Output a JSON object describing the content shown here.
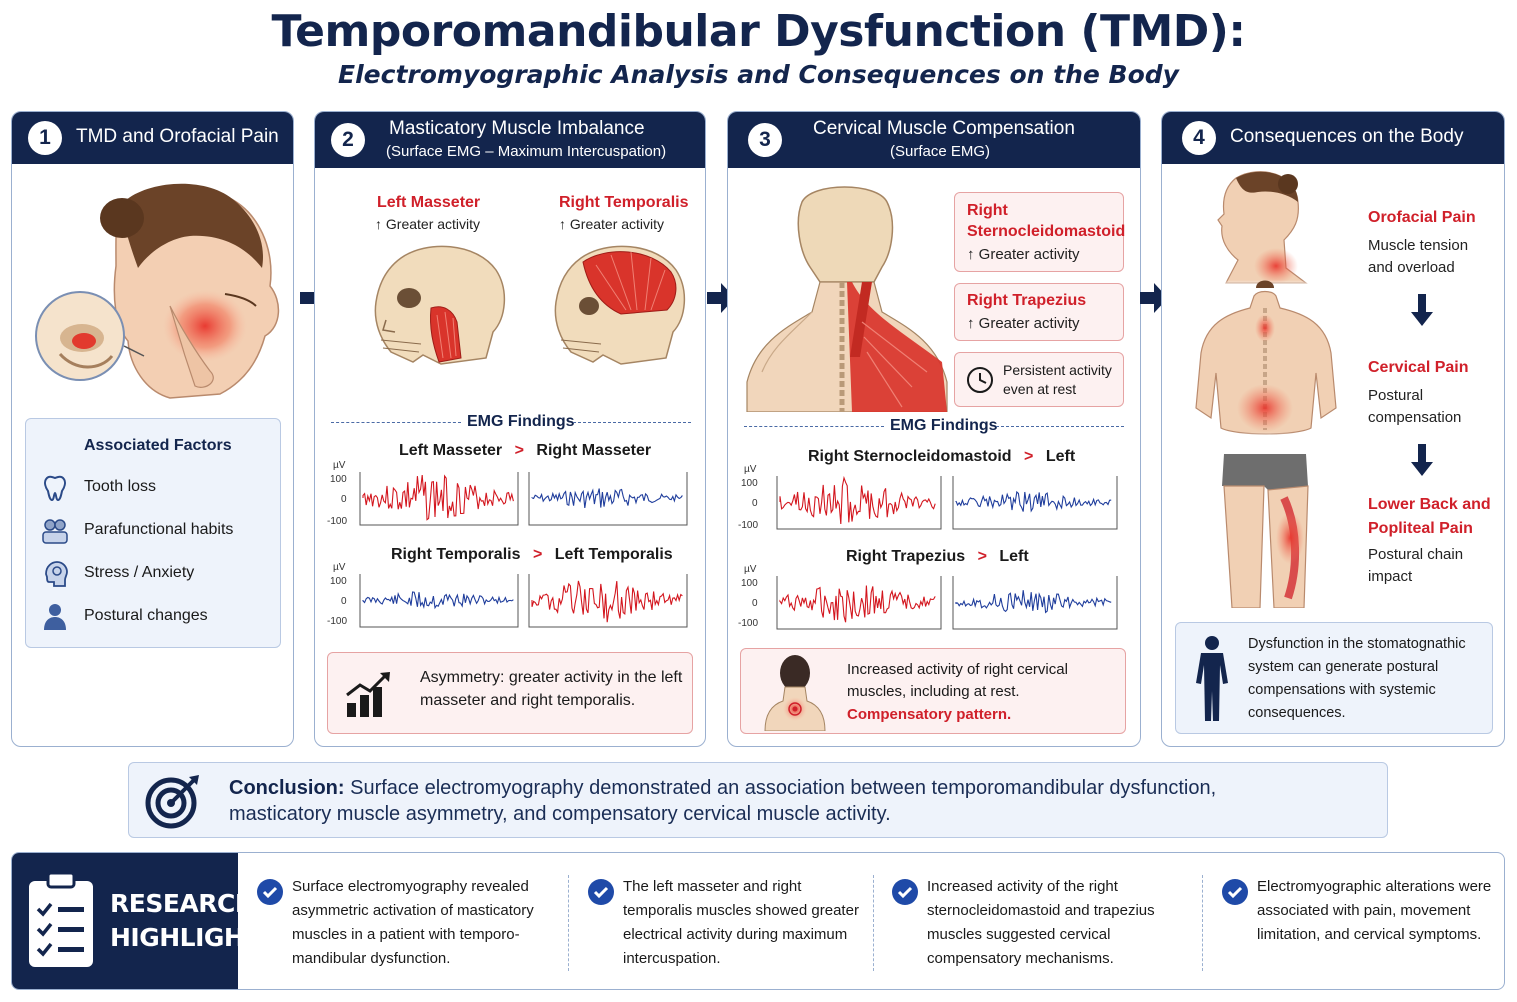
{
  "header": {
    "title": "Temporomandibular Dysfunction (TMD):",
    "subtitle": "Electromyographic Analysis and Consequences on the Body"
  },
  "panel1": {
    "number": "1",
    "title": "TMD and Orofacial Pain",
    "factors_title": "Associated Factors",
    "factors": [
      {
        "label": "Tooth loss",
        "icon": "tooth-icon"
      },
      {
        "label": "Parafunctional habits",
        "icon": "people-icon"
      },
      {
        "label": "Stress / Anxiety",
        "icon": "head-stress-icon"
      },
      {
        "label": "Postural changes",
        "icon": "person-icon"
      }
    ]
  },
  "panel2": {
    "number": "2",
    "title": "Masticatory Muscle Imbalance",
    "subtitle": "(Surface EMG – Maximum Intercuspation)",
    "left_muscle": "Left Masseter",
    "left_muscle_note": "↑ Greater activity",
    "right_muscle": "Right Temporalis",
    "right_muscle_note": "↑ Greater activity",
    "emg_title": "EMG Findings",
    "comparison1": {
      "a": "Left Masseter",
      "sign": ">",
      "b": "Right Masseter"
    },
    "comparison2": {
      "a": "Right Temporalis",
      "sign": ">",
      "b": "Left Temporalis"
    },
    "axis_unit": "µV",
    "axis_ticks": [
      "100",
      "0",
      "-100"
    ],
    "box_text": "Asymmetry: greater activity in the left masseter and right temporalis."
  },
  "panel3": {
    "number": "3",
    "title": "Cervical Muscle Compensation",
    "subtitle": "(Surface EMG)",
    "card1_title_line1": "Right",
    "card1_title_line2": "Sternocleidomastoid",
    "card1_note": "↑ Greater activity",
    "card2_title": "Right Trapezius",
    "card2_note": "↑ Greater activity",
    "card3_line1": "Persistent activity",
    "card3_line2": "even at rest",
    "emg_title": "EMG Findings",
    "comparison1": {
      "a": "Right Sternocleidomastoid",
      "sign": ">",
      "b": "Left"
    },
    "comparison2": {
      "a": "Right Trapezius",
      "sign": ">",
      "b": "Left"
    },
    "axis_unit": "µV",
    "axis_ticks": [
      "100",
      "0",
      "-100"
    ],
    "box_line1": "Increased activity of right cervical",
    "box_line2": "muscles, including at rest.",
    "box_emph": "Compensatory pattern."
  },
  "panel4": {
    "number": "4",
    "title": "Consequences on the Body",
    "step1_title": "Orofacial Pain",
    "step1_line1": "Muscle tension",
    "step1_line2": "and overload",
    "step2_title": "Cervical Pain",
    "step2_line1": "Postural",
    "step2_line2": "compensation",
    "step3_title_line1": "Lower Back and",
    "step3_title_line2": "Popliteal Pain",
    "step3_line1": "Postural chain",
    "step3_line2": "impact",
    "box_text": "Dysfunction in the stomatognathic system can generate postural compensations with systemic consequences."
  },
  "conclusion": {
    "label": "Conclusion:",
    "text_line1": "Surface electromyography demonstrated an association between temporomandibular dysfunction,",
    "text_line2": "masticatory muscle asymmetry, and compensatory cervical muscle activity."
  },
  "highlights": {
    "title_line1": "RESEARCH",
    "title_line2": "HIGHLIGHTS",
    "items": [
      "Surface electromyography revealed asymmetric activation of masticatory muscles in a patient with temporo-mandibular dysfunction.",
      "The left masseter and right temporalis muscles showed greater electrical activity during maximum intercuspation.",
      "Increased activity of the right sternocleidomastoid and trapezius muscles suggested cervical compensatory mechanisms.",
      "Electromyographic alterations were associated with pain, movement limitation, and cervical symptoms."
    ]
  },
  "colors": {
    "navy": "#13254d",
    "accent_red": "#d0202a",
    "signal_red": "#d3161e",
    "signal_blue": "#1f3d9c",
    "light_blue_bg": "#eef3fb"
  }
}
